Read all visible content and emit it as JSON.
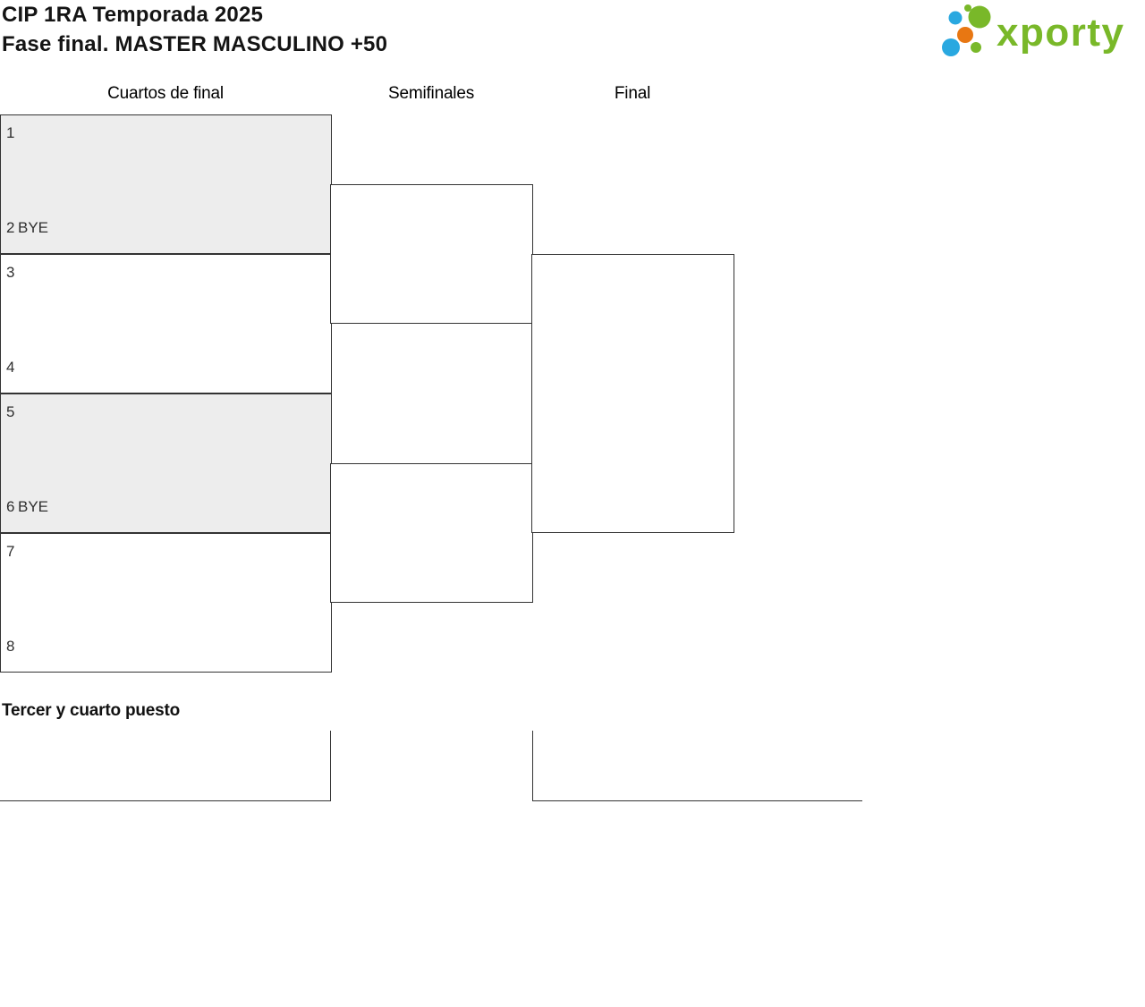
{
  "page": {
    "title_line1": "CIP 1RA Temporada 2025",
    "title_line2": "Fase final. MASTER MASCULINO +50"
  },
  "logo": {
    "text": "xporty",
    "green": "#79b829",
    "blue": "#29a8e0",
    "orange": "#e87712"
  },
  "bracket": {
    "round_headers": [
      "Cuartos de final",
      "Semifinales",
      "Final"
    ],
    "quarterfinals": [
      {
        "top": {
          "seed": "1",
          "name": ""
        },
        "bottom": {
          "seed": "2",
          "name": "BYE"
        }
      },
      {
        "top": {
          "seed": "3",
          "name": ""
        },
        "bottom": {
          "seed": "4",
          "name": ""
        }
      },
      {
        "top": {
          "seed": "5",
          "name": ""
        },
        "bottom": {
          "seed": "6",
          "name": "BYE"
        }
      },
      {
        "top": {
          "seed": "7",
          "name": ""
        },
        "bottom": {
          "seed": "8",
          "name": ""
        }
      }
    ],
    "third_place_title": "Tercer y cuarto puesto",
    "colors": {
      "border": "#333333",
      "bye_background": "#ededed",
      "text": "#2f2f2f"
    }
  }
}
